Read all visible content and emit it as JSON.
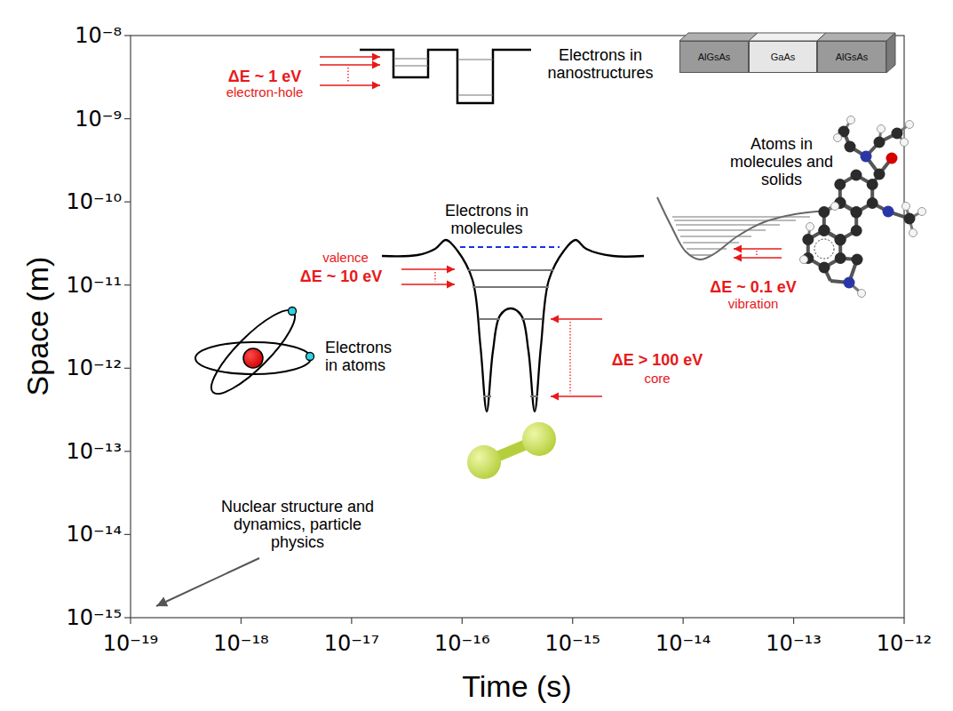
{
  "diagram": {
    "nodes": [
      {
        "text": [
          "AlGsAs"
        ]
      },
      {
        "text": [
          "GaAs"
        ]
      },
      {
        "text": [
          "AlGsAs"
        ]
      }
    ],
    "labels": [
      "10⁻⁸",
      "10⁻⁹",
      "10⁻¹⁰",
      "10⁻¹¹",
      "10⁻¹²",
      "10⁻¹³",
      "10⁻¹⁴",
      "10⁻¹⁵",
      "10⁻¹⁹",
      "10⁻¹⁸",
      "10⁻¹⁷",
      "10⁻¹⁶",
      "10⁻¹⁵",
      "10⁻¹⁴",
      "10⁻¹³",
      "10⁻¹²",
      "Space (m)",
      "Time (s)",
      "ΔE ~ 1 eV",
      "electron-hole",
      "Electrons in nanostructures",
      "Electrons in molecules",
      "Atoms in molecules and solids",
      "valence",
      "ΔE ~ 10 eV",
      "ΔE > 100 eV",
      "core",
      "ΔE ~ 0.1 eV",
      "vibration",
      "Electrons in atoms",
      "Nuclear structure and dynamics, particle physics"
    ]
  }
}
